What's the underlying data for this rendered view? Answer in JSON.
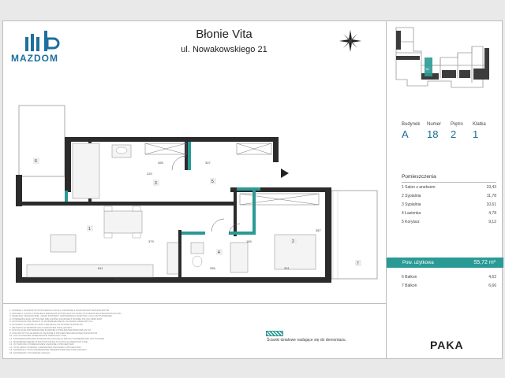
{
  "header": {
    "title": "Błonie Vita",
    "address": "ul. Nowakowskiego 21",
    "logo_text": "MAZDOM",
    "logo_mark": "m b"
  },
  "info": {
    "labels": [
      "Budynek",
      "Numer",
      "Piętro",
      "Klatka"
    ],
    "values": [
      "A",
      "18",
      "2",
      "1"
    ]
  },
  "rooms_title": "Pomieszczenia",
  "rooms": [
    {
      "label": "1  Salon z aneksem",
      "area": "19,43"
    },
    {
      "label": "2  Sypialnia",
      "area": "11,78"
    },
    {
      "label": "3  Sypialnia",
      "area": "10,61"
    },
    {
      "label": "4  Łazienka",
      "area": "4,78"
    },
    {
      "label": "5  Korytarz",
      "area": "9,12"
    }
  ],
  "usable_area": {
    "label": "Pow. użytkowa",
    "value": "55,72 m²"
  },
  "balconies": [
    {
      "label": "6  Balkon",
      "area": "4,62"
    },
    {
      "label": "7  Balkon",
      "area": "6,66"
    }
  ],
  "legend_text": "Ścianki działowe nadające się do demontażu.",
  "brand": "PAKA",
  "plan": {
    "room_numbers": [
      "6",
      "1",
      "3",
      "5",
      "2",
      "4",
      "7"
    ],
    "dimensions": [
      "455",
      "307",
      "220",
      "379",
      "611",
      "256",
      "301",
      "387",
      "165",
      "2M"
    ],
    "key_plan_marker": "18"
  },
  "notes": [
    "1. ZAKRES I SPOSÓB WYKOŃCZENIA LOKALU ZGODNIE Z WARUNKAMI TECHNICZNYMI",
    "2. PROJEKT LOKALU PODLEGA ZMIANOM WYNIKAJĄCYM Z DECYZJI MINISTRA INFRASTRUKTURY",
    "3. WARUNKI TECHNICZNE, JAKIM POWINNY ODPOWIADAĆ BUDYNKI I ICH USYTUOWANIE",
    "4. POWIERZCHNIA UŻYTKOWA OBLICZONA ZGODNIE Z NORMĄ PN-ISO 9836:1997",
    "5. DOPUSZCZA SIĘ ZMIANY W ROZMIESZCZENIU ŚCIANEK DZIAŁOWYCH",
    "6. WYMIARY PODANE W CENTYMETRACH W STANIE SUROWYM",
    "7. ARANŻACJA WNĘTRZ MA CHARAKTER POGLĄDOWY",
    "8. INSTALACJE PROWADZONE ZGODNIE Z PROJEKTEM BUDOWLANYM",
    "9. KOLORYSTYKA ELEWACJI ZGODNIE Z PROJEKTEM ARCHITEKTONICZNYM",
    "10. USYTUOWANIE GRZEJNIKÓW ORIENTACYJNE",
    "11. POWIERZCHNIE BALKONÓW NIE WLICZAJĄ SIĘ DO POWIERZCHNI UŻYTKOWEJ",
    "12. ROZMIESZCZENIE PUNKTÓW INSTALACYJNYCH ORIENTACYJNE",
    "13. WYSOKOŚĆ POMIESZCZEŃ ZGODNIE Z PROJEKTEM",
    "14. STOLARKA OKIENNA I DRZWIOWA ZGODNIE Z PROJEKTEM",
    "15. MATERIAŁY WYKOŃCZENIOWE PRZEDSTAWIONE POGLĄDOWO",
    "16. SZCZEGÓŁY W KARCIE LOKALU"
  ]
}
